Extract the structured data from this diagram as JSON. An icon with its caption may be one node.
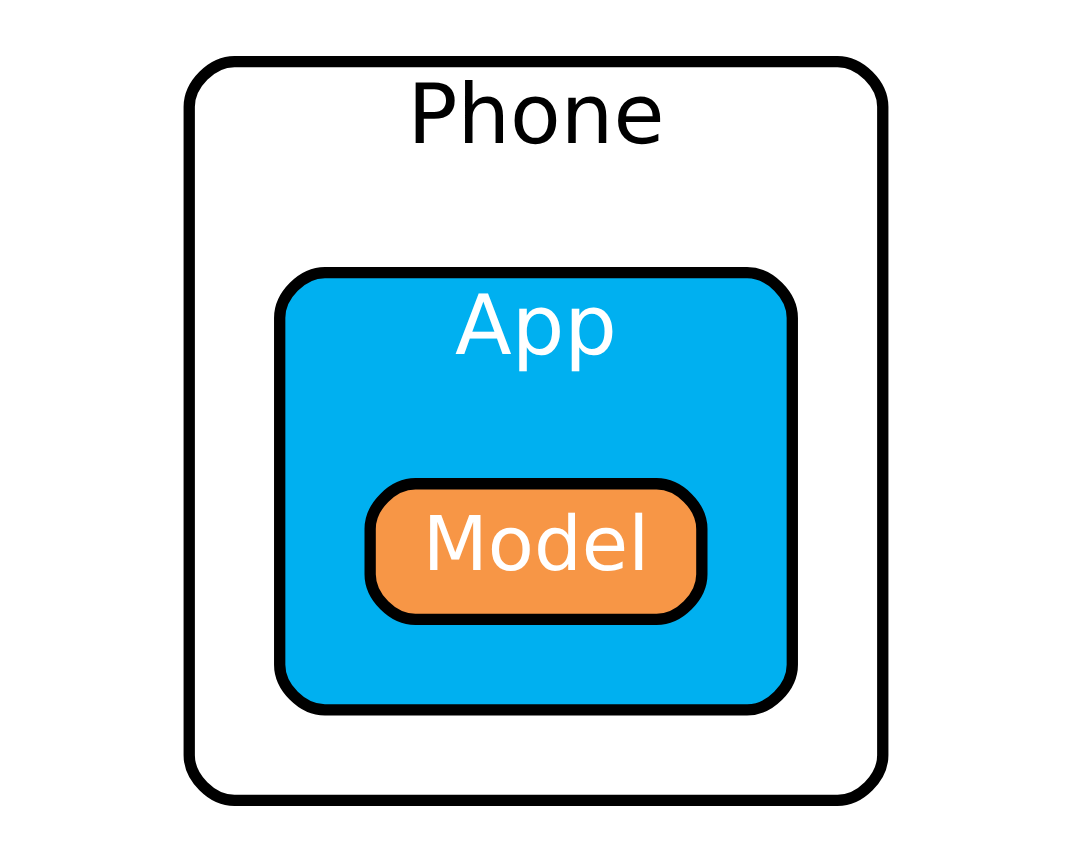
{
  "diagram": {
    "nodes": [
      {
        "text": [
          "Phone"
        ]
      },
      {
        "text": [
          "App"
        ],
        "in": 0
      },
      {
        "text": [
          "Model"
        ],
        "in": 1
      }
    ]
  }
}
